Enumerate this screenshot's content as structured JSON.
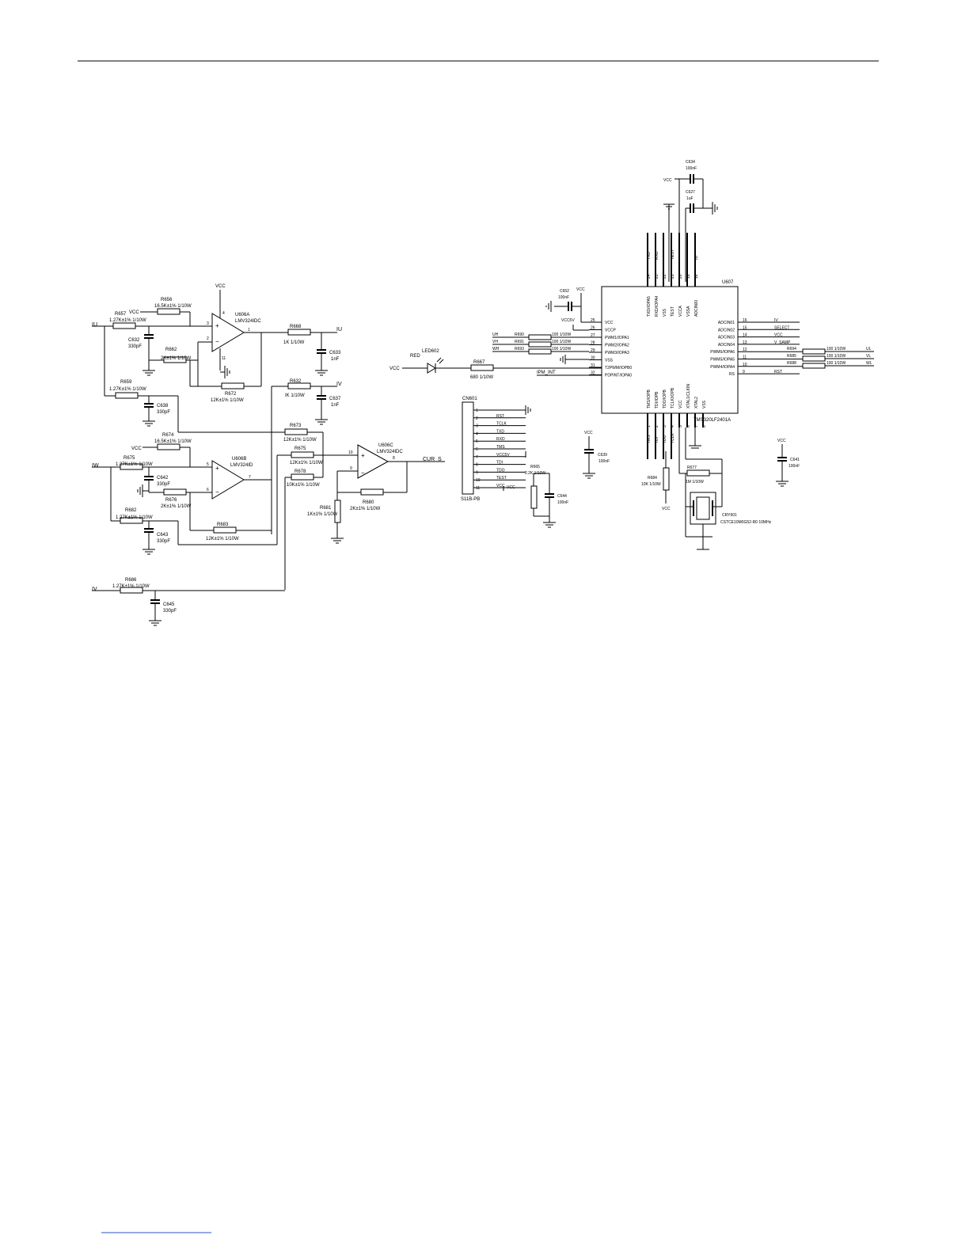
{
  "op_amps": {
    "u606a": {
      "ref": "U606A",
      "part": "LMV324IDC",
      "pins": {
        "plus": "3",
        "minus": "2",
        "out": "1",
        "vplus": "4",
        "vminus": "11"
      }
    },
    "u606b": {
      "ref": "U606B",
      "part": "LMV324ID",
      "pins": {
        "plus": "5",
        "minus": "6",
        "out": "7"
      }
    },
    "u606c": {
      "ref": "U606C",
      "part": "LMV324IDC",
      "pins": {
        "plus": "10",
        "minus": "9",
        "out": "8"
      }
    }
  },
  "resistors": {
    "r656": {
      "ref": "R656",
      "value": "16.5K±1% 1/10W"
    },
    "r657": {
      "ref": "R657",
      "value": "1.27K±1% 1/10W"
    },
    "r662": {
      "ref": "R662",
      "value": "2K±1% 1/10W"
    },
    "r659": {
      "ref": "R659",
      "value": "1.27K±1% 1/10W"
    },
    "r672": {
      "ref": "R672",
      "value": "12K±1% 1/10W"
    },
    "r668": {
      "ref": "R668",
      "value": "1K 1/10W"
    },
    "r632": {
      "ref": "R632",
      "value": "IK 1/10W"
    },
    "r673": {
      "ref": "R673",
      "value": "12K±1% 1/10W"
    },
    "r674": {
      "ref": "R674",
      "value": "16.5K±1% 1/10W"
    },
    "r675": {
      "ref": "R675",
      "value": "1.27K±1% 1/10W"
    },
    "r676": {
      "ref": "R676",
      "value": "2K±1% 1/10W"
    },
    "r682": {
      "ref": "R682",
      "value": "1.27K±1% 1/10W"
    },
    "r683": {
      "ref": "R683",
      "value": "12K±1% 1/10W"
    },
    "r675b": {
      "ref": "R675",
      "value": "12K±1% 1/10W"
    },
    "r678": {
      "ref": "R678",
      "value": "10K±1% 1/10W"
    },
    "r681": {
      "ref": "R681",
      "value": "1K±1% 1/10W"
    },
    "r680": {
      "ref": "R680",
      "value": "2K±1% 1/10W"
    },
    "r686": {
      "ref": "R686",
      "value": "1.27K±1% 1/10W"
    },
    "r667": {
      "ref": "R667",
      "value": "680 1/10W"
    },
    "r665": {
      "ref": "R665",
      "value": "2.2K 1/10W"
    },
    "r684": {
      "ref": "R684",
      "value": "10K 1/10W"
    },
    "r677": {
      "ref": "R677",
      "value": "1M 1/10W"
    },
    "r690": {
      "ref": "R690"
    },
    "r691": {
      "ref": "R691"
    },
    "r693": {
      "ref": "R693"
    },
    "r694": {
      "ref": "R694"
    },
    "r685": {
      "ref": "R685"
    },
    "r688": {
      "ref": "R688"
    }
  },
  "series_value": "100 1/10W",
  "capacitors": {
    "c632": {
      "ref": "C632",
      "value": "330pF"
    },
    "c638": {
      "ref": "C638",
      "value": "330pF"
    },
    "c633": {
      "ref": "C633",
      "value": "1nF"
    },
    "c637": {
      "ref": "C637",
      "value": "1nF"
    },
    "c642": {
      "ref": "C642",
      "value": "330pF"
    },
    "c643": {
      "ref": "C643",
      "value": "330pF"
    },
    "c645": {
      "ref": "C645",
      "value": "330pF"
    },
    "c652": {
      "ref": "C652",
      "value": "100nF"
    },
    "c634": {
      "ref": "C634",
      "value": "100nF"
    },
    "c627": {
      "ref": "C627",
      "value": "1uF"
    },
    "c639": {
      "ref": "C639",
      "value": "100nF"
    },
    "c644": {
      "ref": "C644",
      "value": "100nF"
    },
    "c641": {
      "ref": "C641",
      "value": "100nF"
    }
  },
  "nets": {
    "vcc": "VCC",
    "iu": "IU",
    "iv": "IV",
    "iw": "IW",
    "cur_s": "CUR_S",
    "red": "RED",
    "ipm_int": "IPM_INT",
    "vcc5v": "VCC5V",
    "uh": "UH",
    "vh": "VH",
    "wh": "WH",
    "ul": "UL",
    "vl": "VL",
    "wl": "WL",
    "select": "SELECT",
    "v_samp": "V_SAMP",
    "rst": "RST"
  },
  "led": {
    "ref": "LED602"
  },
  "connector": {
    "ref": "CN601",
    "part": "S11B-PB",
    "pins": [
      {
        "num": "1",
        "signal": ""
      },
      {
        "num": "2",
        "signal": "RST"
      },
      {
        "num": "3",
        "signal": "TCLK"
      },
      {
        "num": "4",
        "signal": "TXD"
      },
      {
        "num": "5",
        "signal": "RXD"
      },
      {
        "num": "6",
        "signal": "TMS"
      },
      {
        "num": "7",
        "signal": "VCC5V"
      },
      {
        "num": "8",
        "signal": "TDI"
      },
      {
        "num": "9",
        "signal": "TDO"
      },
      {
        "num": "10",
        "signal": "TEST"
      },
      {
        "num": "11",
        "signal": "VCC"
      }
    ]
  },
  "mcu": {
    "ref": "U607",
    "part": "TMS320LF2401A",
    "left_pins": [
      {
        "num": "25",
        "name": "VCC"
      },
      {
        "num": "26",
        "name": "VCCP"
      },
      {
        "num": "27",
        "name": "PWM1/IOPA1"
      },
      {
        "num": "28",
        "name": "PWM2/IOPA2"
      },
      {
        "num": "29",
        "name": "PWM3/IOPA3"
      },
      {
        "num": "30",
        "name": "VSS"
      },
      {
        "num": "31",
        "name": "T2PWM/IOPB0"
      },
      {
        "num": "32",
        "name": "PDPINT/IOPA0"
      }
    ],
    "right_pins": [
      {
        "num": "16",
        "name": "ADCIN01",
        "net": "IV"
      },
      {
        "num": "15",
        "name": "ADCIN02",
        "net": "SELECT"
      },
      {
        "num": "14",
        "name": "ADCIN03",
        "net": "VCC"
      },
      {
        "num": "13",
        "name": "ADCIN04",
        "net": "V_SAMP"
      },
      {
        "num": "12",
        "name": "PWM6/IOPA6",
        "net": ""
      },
      {
        "num": "11",
        "name": "PWM5/IOPA5",
        "net": ""
      },
      {
        "num": "10",
        "name": "PWM4/IOPA4",
        "net": ""
      },
      {
        "num": "9",
        "name": "RS",
        "net": "RST"
      }
    ],
    "top_pins": [
      {
        "num": "24",
        "name": "TXD/IOPA5"
      },
      {
        "num": "23",
        "name": "RXD/IOPA4"
      },
      {
        "num": "22",
        "name": "VSS"
      },
      {
        "num": "21",
        "name": "TEST"
      },
      {
        "num": "20",
        "name": "VCCA"
      },
      {
        "num": "19",
        "name": "VSSA"
      },
      {
        "num": "18",
        "name": "ADCIN00"
      }
    ],
    "bottom_pins": [
      {
        "num": "1",
        "name": "TMS/IOPB"
      },
      {
        "num": "2",
        "name": "TDI/IOPB"
      },
      {
        "num": "3",
        "name": "TDO/IOPB"
      },
      {
        "num": "4",
        "name": "TCLK/IOPB"
      },
      {
        "num": "5",
        "name": "VCC"
      },
      {
        "num": "6",
        "name": "XTAL1/CLKIN"
      },
      {
        "num": "7",
        "name": "XTAL2"
      },
      {
        "num": "8",
        "name": "VSS"
      }
    ],
    "top_nets": [
      "TXD",
      "RXD",
      "",
      "TEST",
      "",
      "",
      "IU"
    ],
    "bottom_nets": [
      "TMS",
      "TDI",
      "TDO",
      "TCLK",
      "",
      "",
      "",
      ""
    ]
  },
  "crystal": {
    "ref": "CRY601",
    "part": "CSTCE10M0G52-R0 10MHz"
  }
}
